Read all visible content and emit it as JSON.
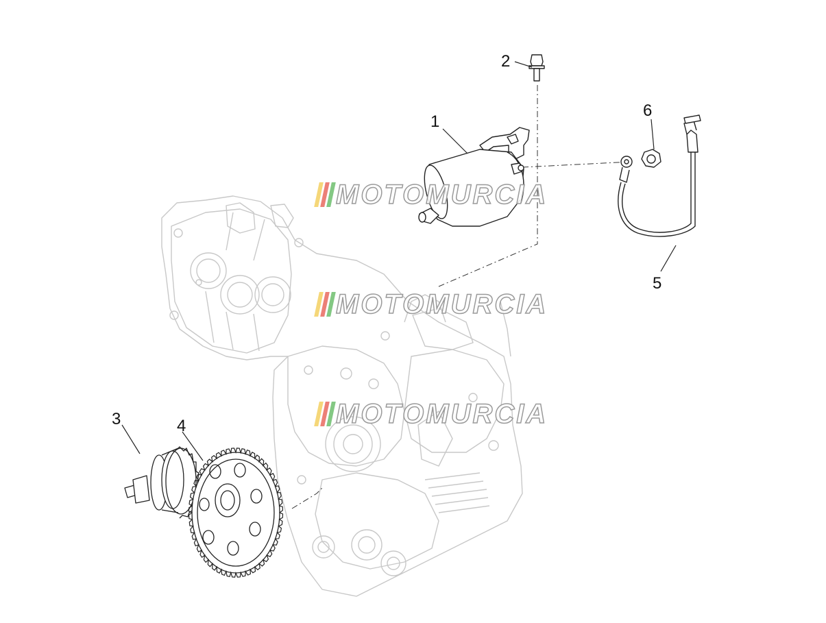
{
  "callouts": [
    {
      "number": "1"
    },
    {
      "number": "2"
    },
    {
      "number": "3"
    },
    {
      "number": "4"
    },
    {
      "number": "5"
    },
    {
      "number": "6"
    }
  ],
  "watermark": {
    "text": "MOTOMURCIA",
    "bar_colors": [
      "#f2c94c",
      "#e6554a",
      "#5ab55a"
    ]
  },
  "colors": {
    "line": "#222222",
    "engine_line": "#c8c8c8",
    "dash": "#333333"
  }
}
